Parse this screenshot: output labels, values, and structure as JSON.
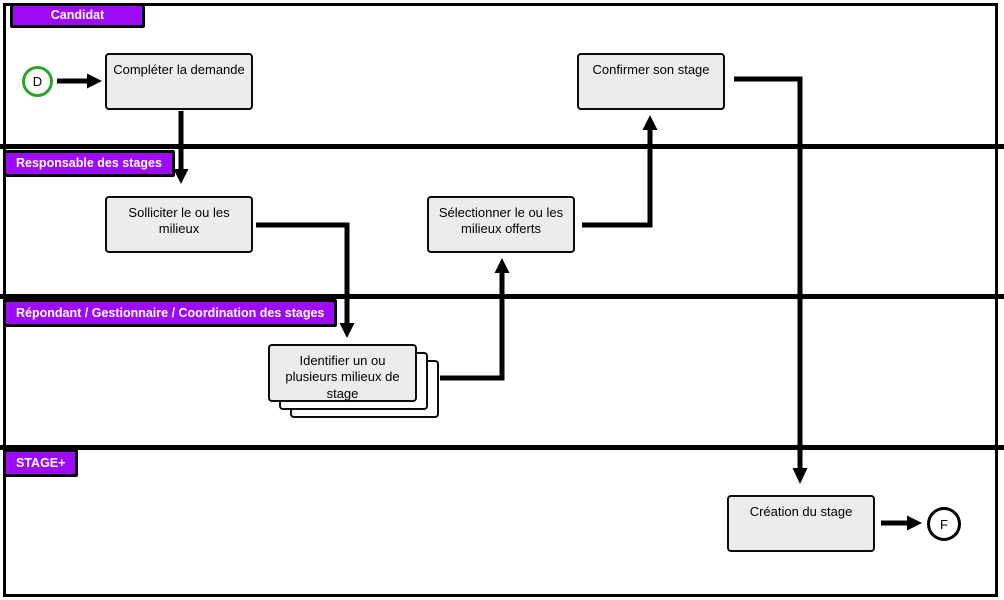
{
  "diagram_type": "swimlane-flowchart",
  "lanes": [
    {
      "label": "Candidat"
    },
    {
      "label": "Responsable des stages"
    },
    {
      "label": "Répondant / Gestionnaire / Coordination des stages"
    },
    {
      "label": "STAGE+"
    }
  ],
  "nodes": {
    "start": {
      "label": "D",
      "type": "start-event",
      "lane": 0
    },
    "completer": {
      "label": "Compléter la demande",
      "type": "task",
      "lane": 0
    },
    "confirmer": {
      "label": "Confirmer son stage",
      "type": "task",
      "lane": 0
    },
    "solliciter": {
      "label": "Solliciter le ou les milieux",
      "type": "task",
      "lane": 1
    },
    "selectionner": {
      "label": "Sélectionner le ou les milieux offerts",
      "type": "task",
      "lane": 1
    },
    "identifier": {
      "label": "Identifier un ou plusieurs milieux de stage",
      "type": "stacked-task",
      "lane": 2
    },
    "creation": {
      "label": "Création du stage",
      "type": "task",
      "lane": 3
    },
    "end": {
      "label": "F",
      "type": "end-event",
      "lane": 3
    }
  },
  "edges": [
    {
      "from": "start",
      "to": "completer"
    },
    {
      "from": "completer",
      "to": "solliciter"
    },
    {
      "from": "solliciter",
      "to": "identifier"
    },
    {
      "from": "identifier",
      "to": "selectionner"
    },
    {
      "from": "selectionner",
      "to": "confirmer"
    },
    {
      "from": "confirmer",
      "to": "creation"
    },
    {
      "from": "creation",
      "to": "end"
    }
  ],
  "colors": {
    "lane_label_bg": "#9D0AF5",
    "lane_label_text": "#FFFFFF",
    "task_fill": "#ECECEC",
    "task_border": "#000000",
    "start_event_border": "#2BA62B",
    "end_event_border": "#000000",
    "connector": "#000000",
    "background": "#FFFFFF"
  }
}
